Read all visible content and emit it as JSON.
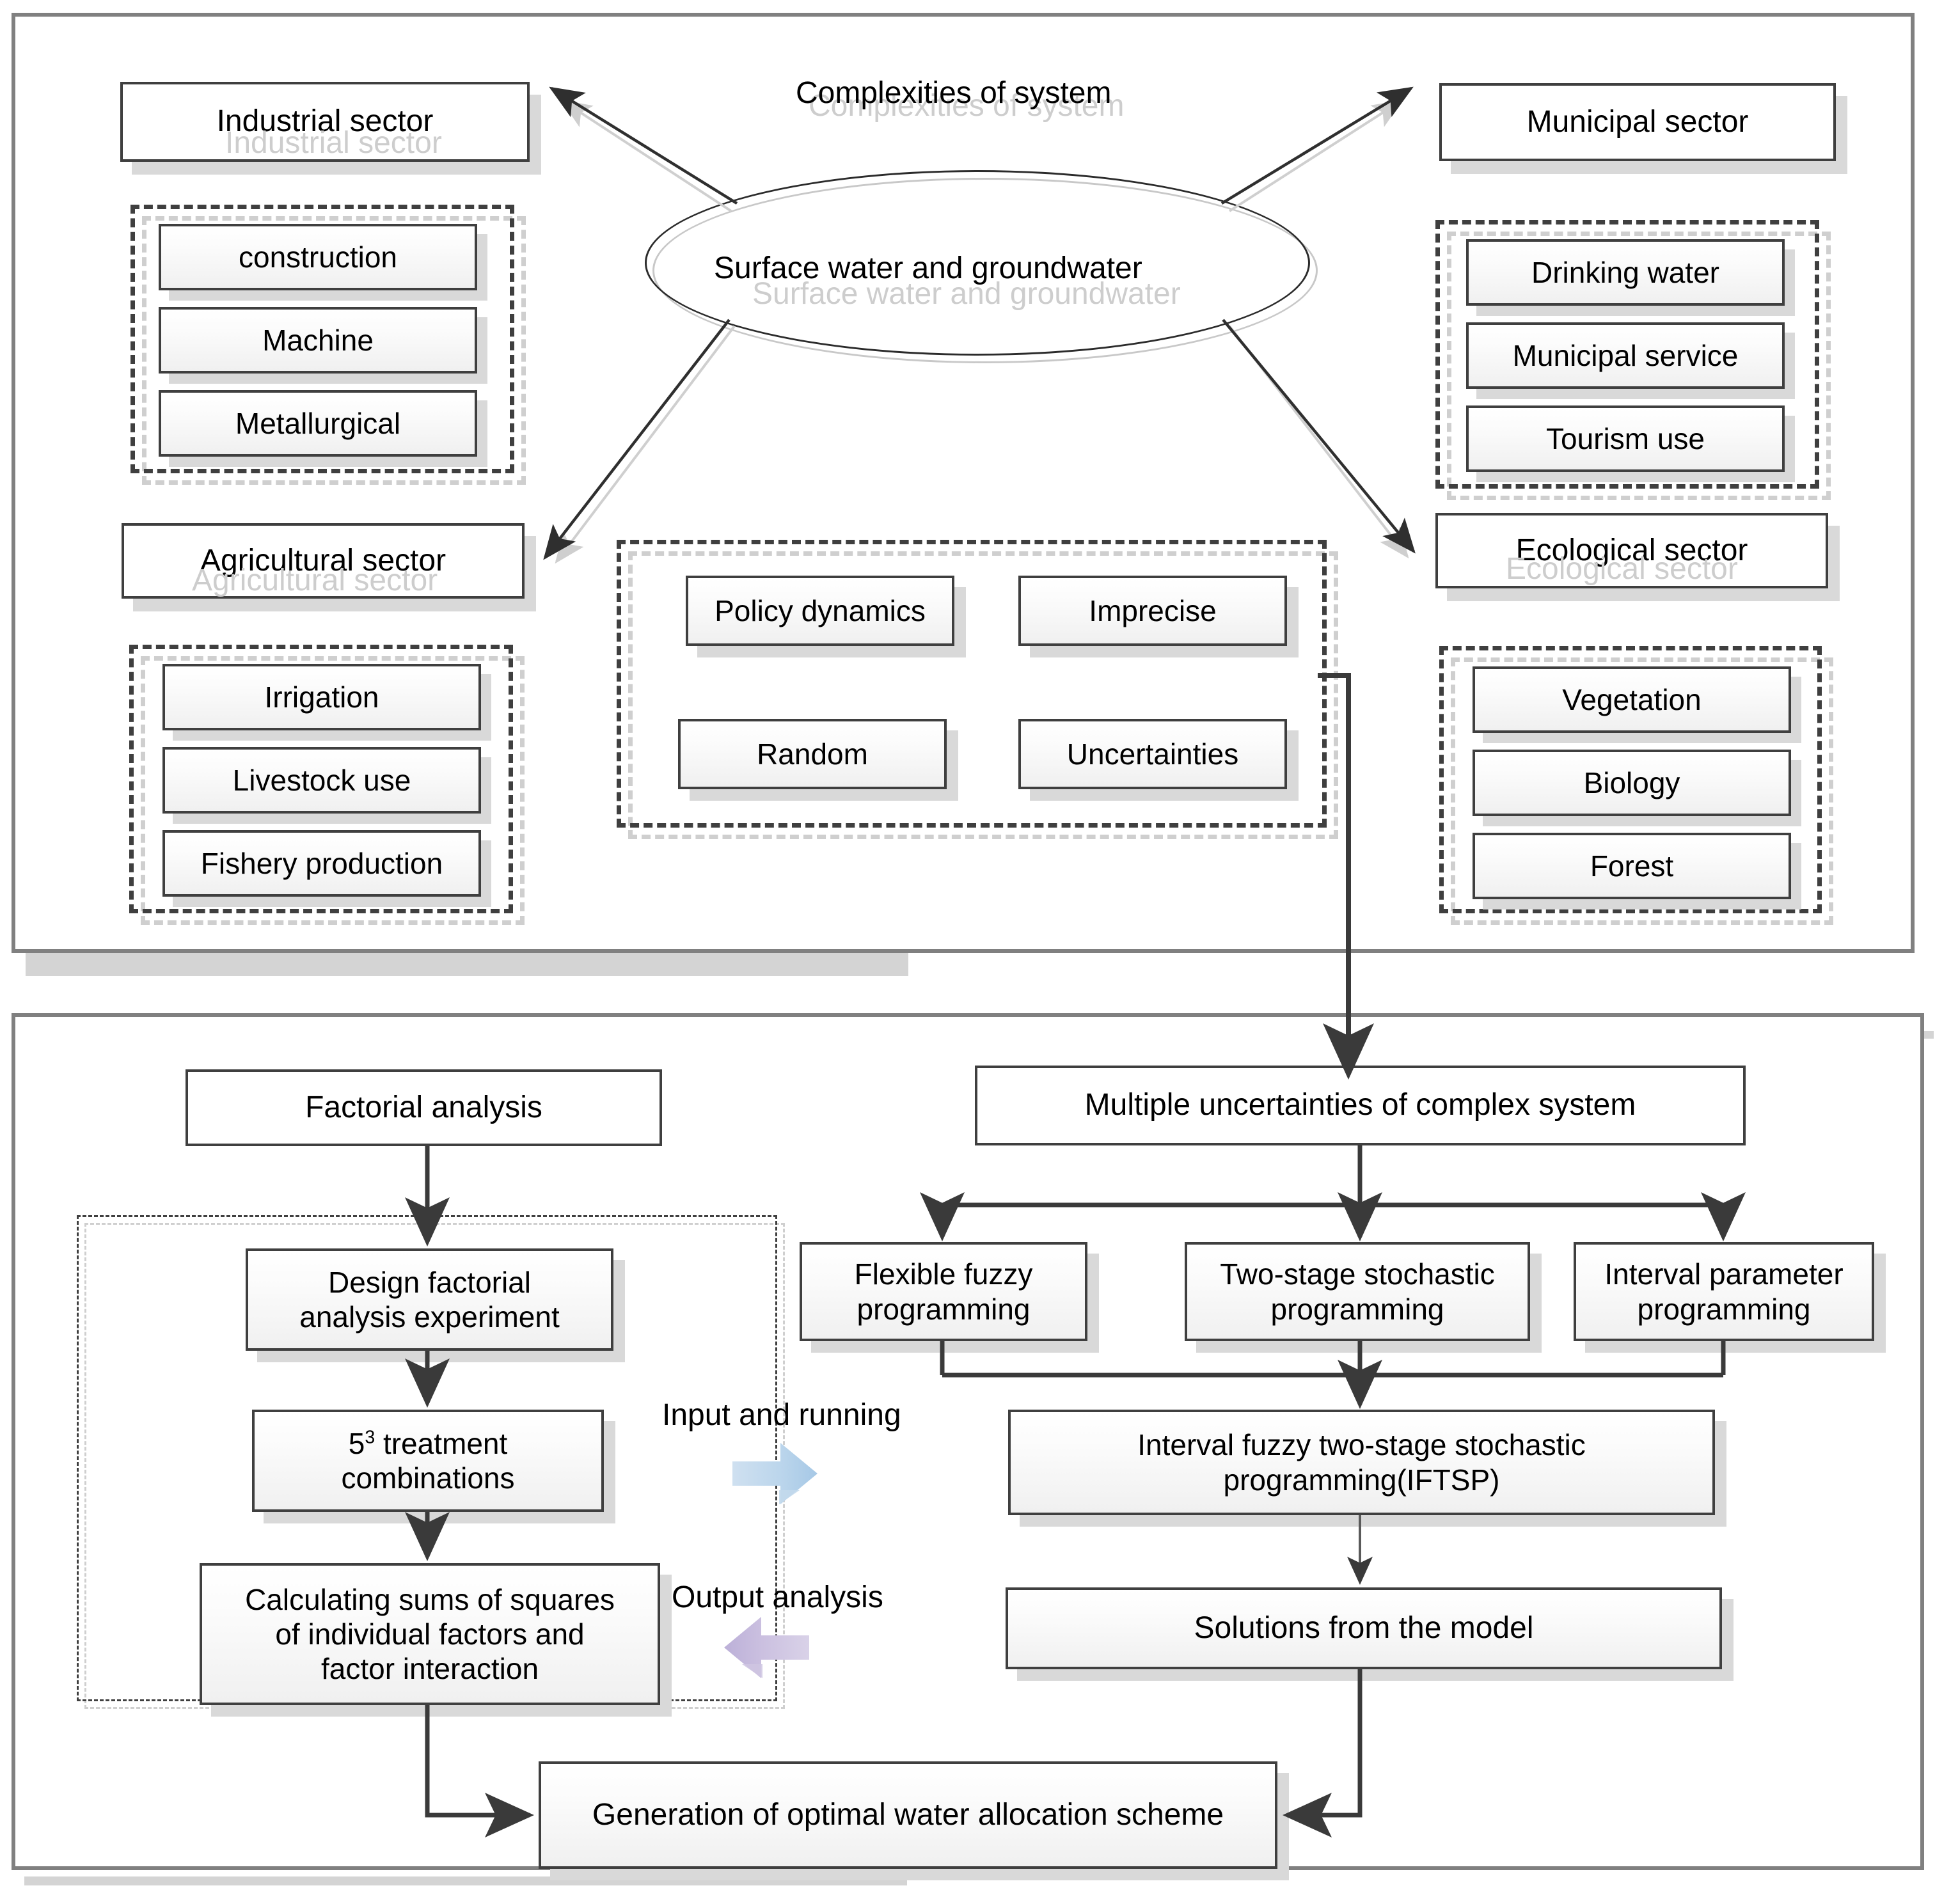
{
  "top_panel": {
    "title": "Complexities of system",
    "center_node": "Surface water and groundwater",
    "sectors": [
      {
        "id": "industrial",
        "label": "Industrial sector",
        "items": [
          "construction",
          "Machine",
          "Metallurgical"
        ]
      },
      {
        "id": "municipal",
        "label": "Municipal sector",
        "items": [
          "Drinking water",
          "Municipal service",
          "Tourism use"
        ]
      },
      {
        "id": "agricultural",
        "label": "Agricultural sector",
        "items": [
          "Irrigation",
          "Livestock use",
          "Fishery production"
        ]
      },
      {
        "id": "ecological",
        "label": "Ecological sector",
        "items": [
          "Vegetation",
          "Biology",
          "Forest"
        ]
      }
    ],
    "uncertainty_group": {
      "items": [
        "Policy dynamics",
        "Imprecise",
        "Random",
        "Uncertainties"
      ]
    }
  },
  "bottom_panel": {
    "factorial": {
      "header": "Factorial analysis",
      "steps": [
        "Design factorial\nanalysis experiment",
        "5³ treatment\ncombinations",
        "Calculating sums of squares\nof individual factors and\nfactor interaction"
      ],
      "step2_base": "5",
      "step2_exp": "3",
      "step2_rest": " treatment",
      "step2_line2": "combinations"
    },
    "model": {
      "header": "Multiple uncertainties of complex system",
      "methods": [
        "Flexible fuzzy\nprogramming",
        "Two-stage stochastic\nprogramming",
        "Interval parameter\nprogramming"
      ],
      "combined": "Interval fuzzy two-stage stochastic\nprogramming(IFTSP)",
      "solutions": "Solutions from the model"
    },
    "bridge_labels": {
      "input": "Input and running",
      "output": "Output analysis"
    },
    "final": "Generation of optimal water allocation scheme"
  },
  "colors": {
    "panel_border": "#808080",
    "box_border": "#3f3f3f",
    "shadow": "#d9d9d9",
    "ghost": "#cdcdcd",
    "input_arrow": "#b4cfe6",
    "output_arrow": "#c9bfdf"
  }
}
